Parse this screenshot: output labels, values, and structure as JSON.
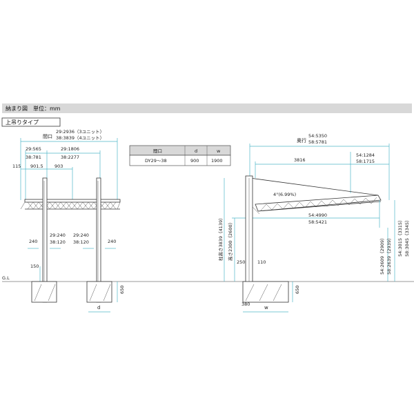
{
  "header": {
    "title": "納まり図　単位：mm",
    "type_label": "上吊りタイプ"
  },
  "front": {
    "opening_label": "間口",
    "opening_29": "29:2936（3ユニット）",
    "opening_38": "38:3839（4ユニット）",
    "d_29_565": "29:565",
    "d_38_781": "38:781",
    "d_29_1806": "29:1806",
    "d_38_2277": "38:2277",
    "d_115": "115",
    "d_9015": "901.5",
    "d_903": "903",
    "d_240_left": "240",
    "d_240_right": "240",
    "d_29_240_a": "29:240",
    "d_38_120_a": "38:120",
    "d_29_240_b": "29:240",
    "d_38_120_b": "38:120",
    "d_150": "150",
    "gl_label": "G.L",
    "d_650": "650",
    "d_label": "d"
  },
  "table": {
    "headers": [
      "間口",
      "d",
      "w"
    ],
    "rows": [
      [
        "DY29～38",
        "900",
        "1900"
      ]
    ]
  },
  "side": {
    "depth_label": "奥行",
    "depth_54": "54:5350",
    "depth_58": "58:5781",
    "d_54_1284": "54:1284",
    "d_58_1715": "58:1715",
    "d_3816": "3816",
    "angle": "4°(6.99%)",
    "d_54_4990": "54:4990",
    "d_58_5421": "58:5421",
    "post_height_v": "柱高さ3839（4139）",
    "clear_height_v": "高さ2300（2600）",
    "d_250": "250",
    "d_110": "110",
    "h_54_2609": "54:2609（2909）",
    "h_58_2639": "58:2639（2939）",
    "h_54_3015": "54:3015（3315）",
    "h_58_3045": "58:3045（3345）",
    "d_650": "650",
    "d_380": "380",
    "w_label": "w"
  },
  "colors": {
    "dimension": "#4fb6c9",
    "structure": "#333333"
  }
}
